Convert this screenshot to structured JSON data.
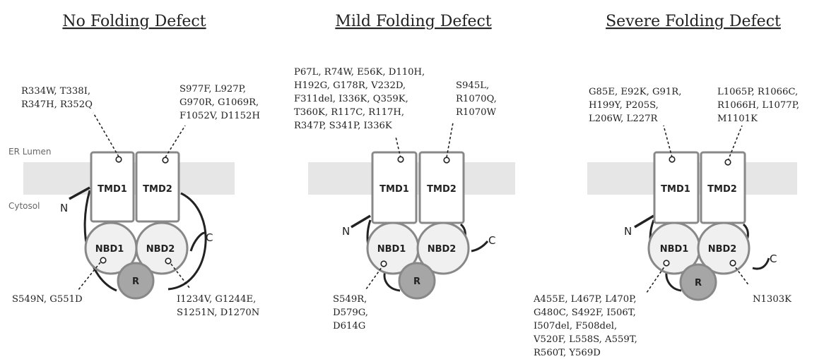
{
  "region_labels": {
    "lumen": "ER Lumen",
    "cytosol": "Cytosol"
  },
  "panels": [
    {
      "title": "No Folding Defect",
      "domains": {
        "tmd1": "TMD1",
        "tmd2": "TMD2",
        "nbd1": "NBD1",
        "nbd2": "NBD2",
        "r": "R",
        "n": "N",
        "c": "C"
      },
      "groups": {
        "tmd1": [
          "R334W, T338I,",
          "R347H, R352Q"
        ],
        "tmd2": [
          "S977F, L927P,",
          "G970R, G1069R,",
          "F1052V, D1152H"
        ],
        "nbd1": [
          "S549N, G551D"
        ],
        "nbd2": [
          "I1234V, G1244E,",
          "S1251N, D1270N"
        ]
      }
    },
    {
      "title": "Mild Folding Defect",
      "domains": {
        "tmd1": "TMD1",
        "tmd2": "TMD2",
        "nbd1": "NBD1",
        "nbd2": "NBD2",
        "r": "R",
        "n": "N",
        "c": "C"
      },
      "groups": {
        "tmd1": [
          "P67L, R74W, E56K, D110H,",
          "H192G, G178R, V232D,",
          "F311del, I336K, Q359K,",
          "T360K, R117C, R117H,",
          "R347P, S341P, I336K"
        ],
        "tmd2": [
          "S945L,",
          "R1070Q,",
          "R1070W"
        ],
        "nbd1": [
          "S549R,",
          "D579G,",
          "D614G"
        ]
      }
    },
    {
      "title": "Severe Folding Defect",
      "domains": {
        "tmd1": "TMD1",
        "tmd2": "TMD2",
        "nbd1": "NBD1",
        "nbd2": "NBD2",
        "r": "R",
        "n": "N",
        "c": "C"
      },
      "groups": {
        "tmd1": [
          "G85E, E92K, G91R,",
          "H199Y, P205S,",
          "L206W, L227R"
        ],
        "tmd2": [
          "L1065P, R1066C,",
          "R1066H, L1077P,",
          "M1101K"
        ],
        "nbd1": [
          "A455E, L467P, L470P,",
          "G480C, S492F, I506T,",
          "I507del, F508del,",
          "V520F, L558S, A559T,",
          "R560T, Y569D"
        ],
        "nbd2": [
          "N1303K"
        ]
      }
    }
  ]
}
